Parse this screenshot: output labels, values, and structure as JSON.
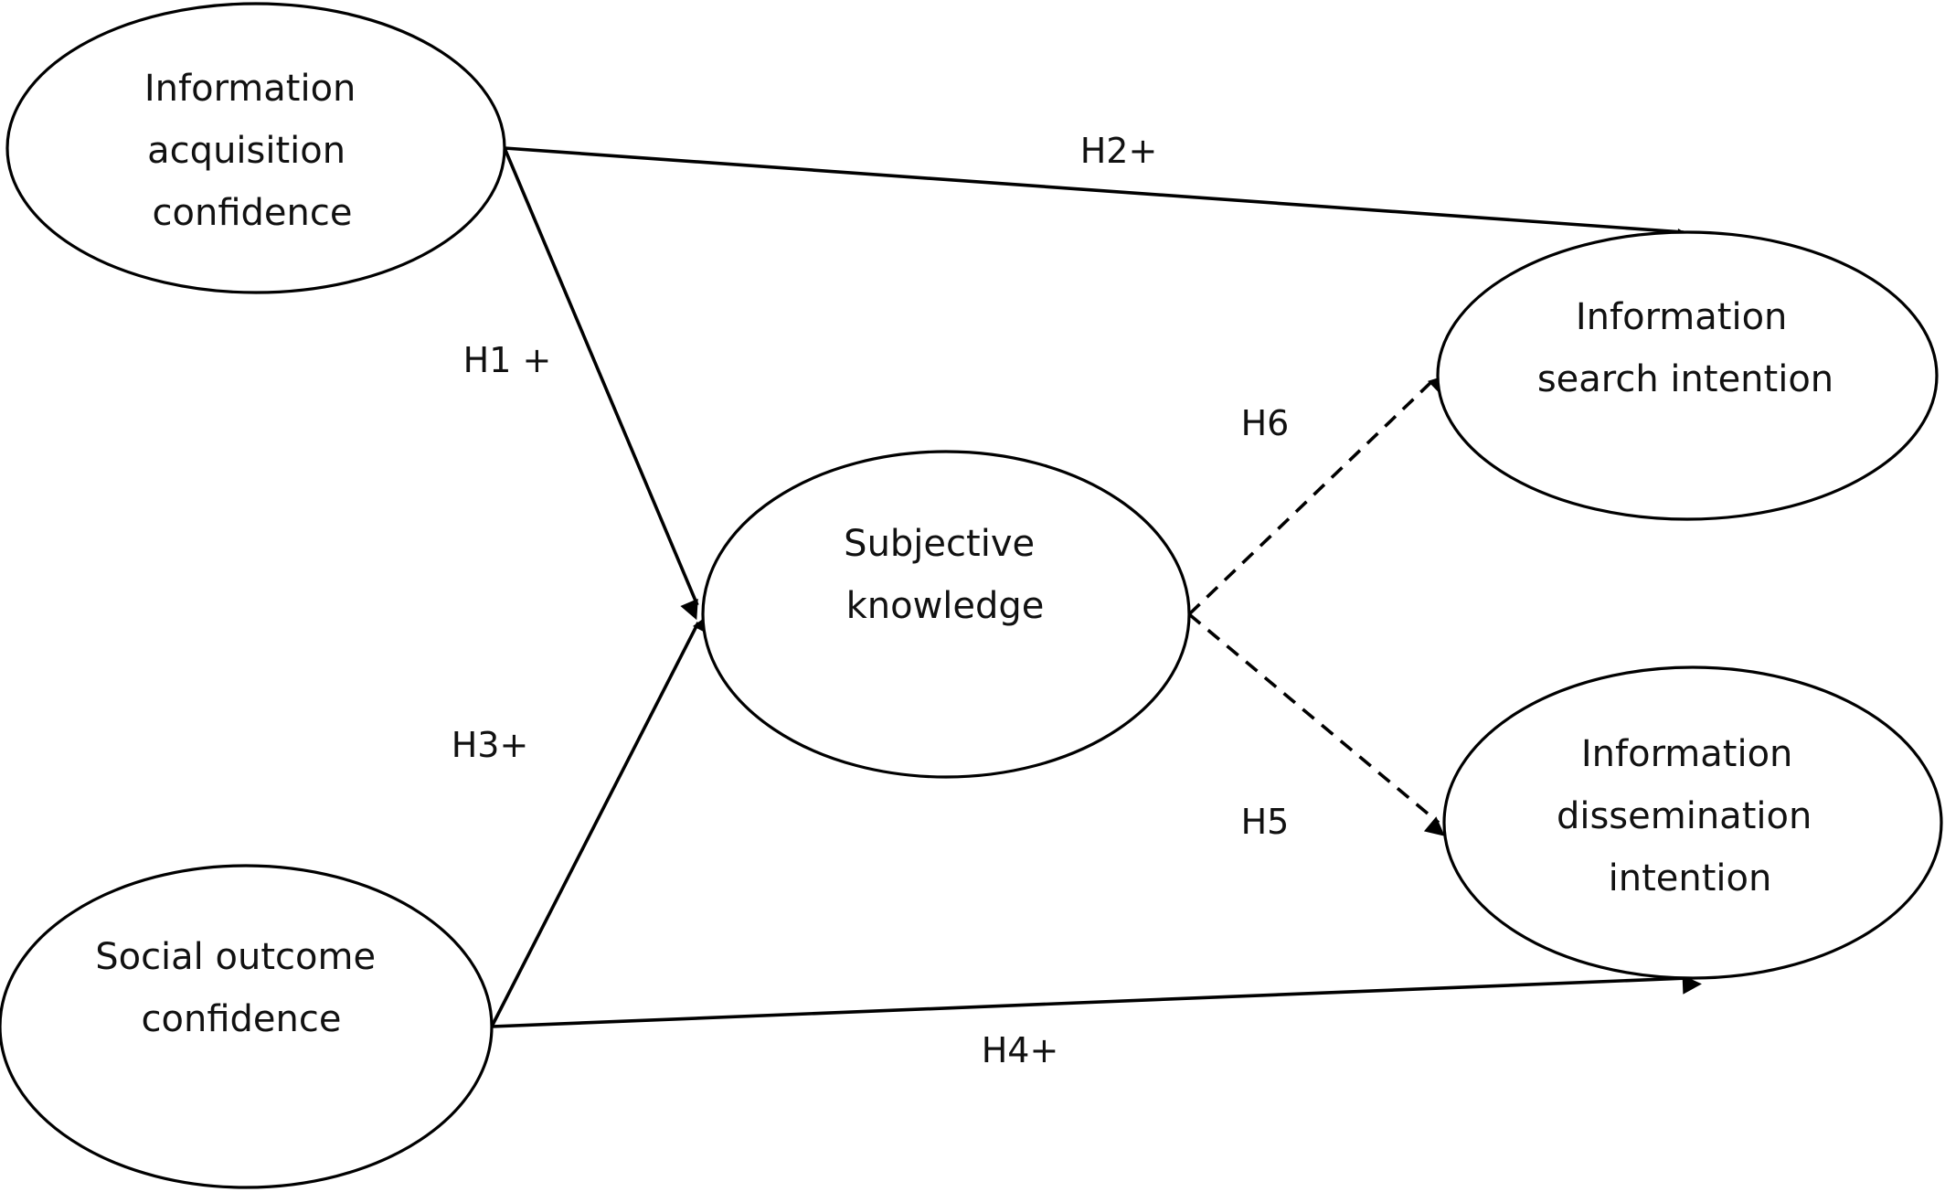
{
  "colors": {
    "stroke": "#000000",
    "text": "#111111",
    "background": "#ffffff"
  },
  "nodes": {
    "info_acquisition": {
      "lines": [
        "Information",
        "acquisition",
        "confidence"
      ]
    },
    "social_outcome": {
      "lines": [
        "Social outcome",
        "confidence"
      ]
    },
    "subjective_knowledge": {
      "lines": [
        "Subjective",
        "knowledge"
      ]
    },
    "search_intention": {
      "lines": [
        "Information",
        "search intention"
      ]
    },
    "dissemination_intention": {
      "lines": [
        "Information",
        "dissemination",
        "intention"
      ]
    }
  },
  "edges": {
    "h1": {
      "label": "H1 +",
      "style": "solid"
    },
    "h2": {
      "label": "H2+",
      "style": "solid"
    },
    "h3": {
      "label": "H3+",
      "style": "solid"
    },
    "h4": {
      "label": "H4+",
      "style": "solid"
    },
    "h5": {
      "label": "H5",
      "style": "dashed"
    },
    "h6": {
      "label": "H6",
      "style": "dashed"
    }
  }
}
